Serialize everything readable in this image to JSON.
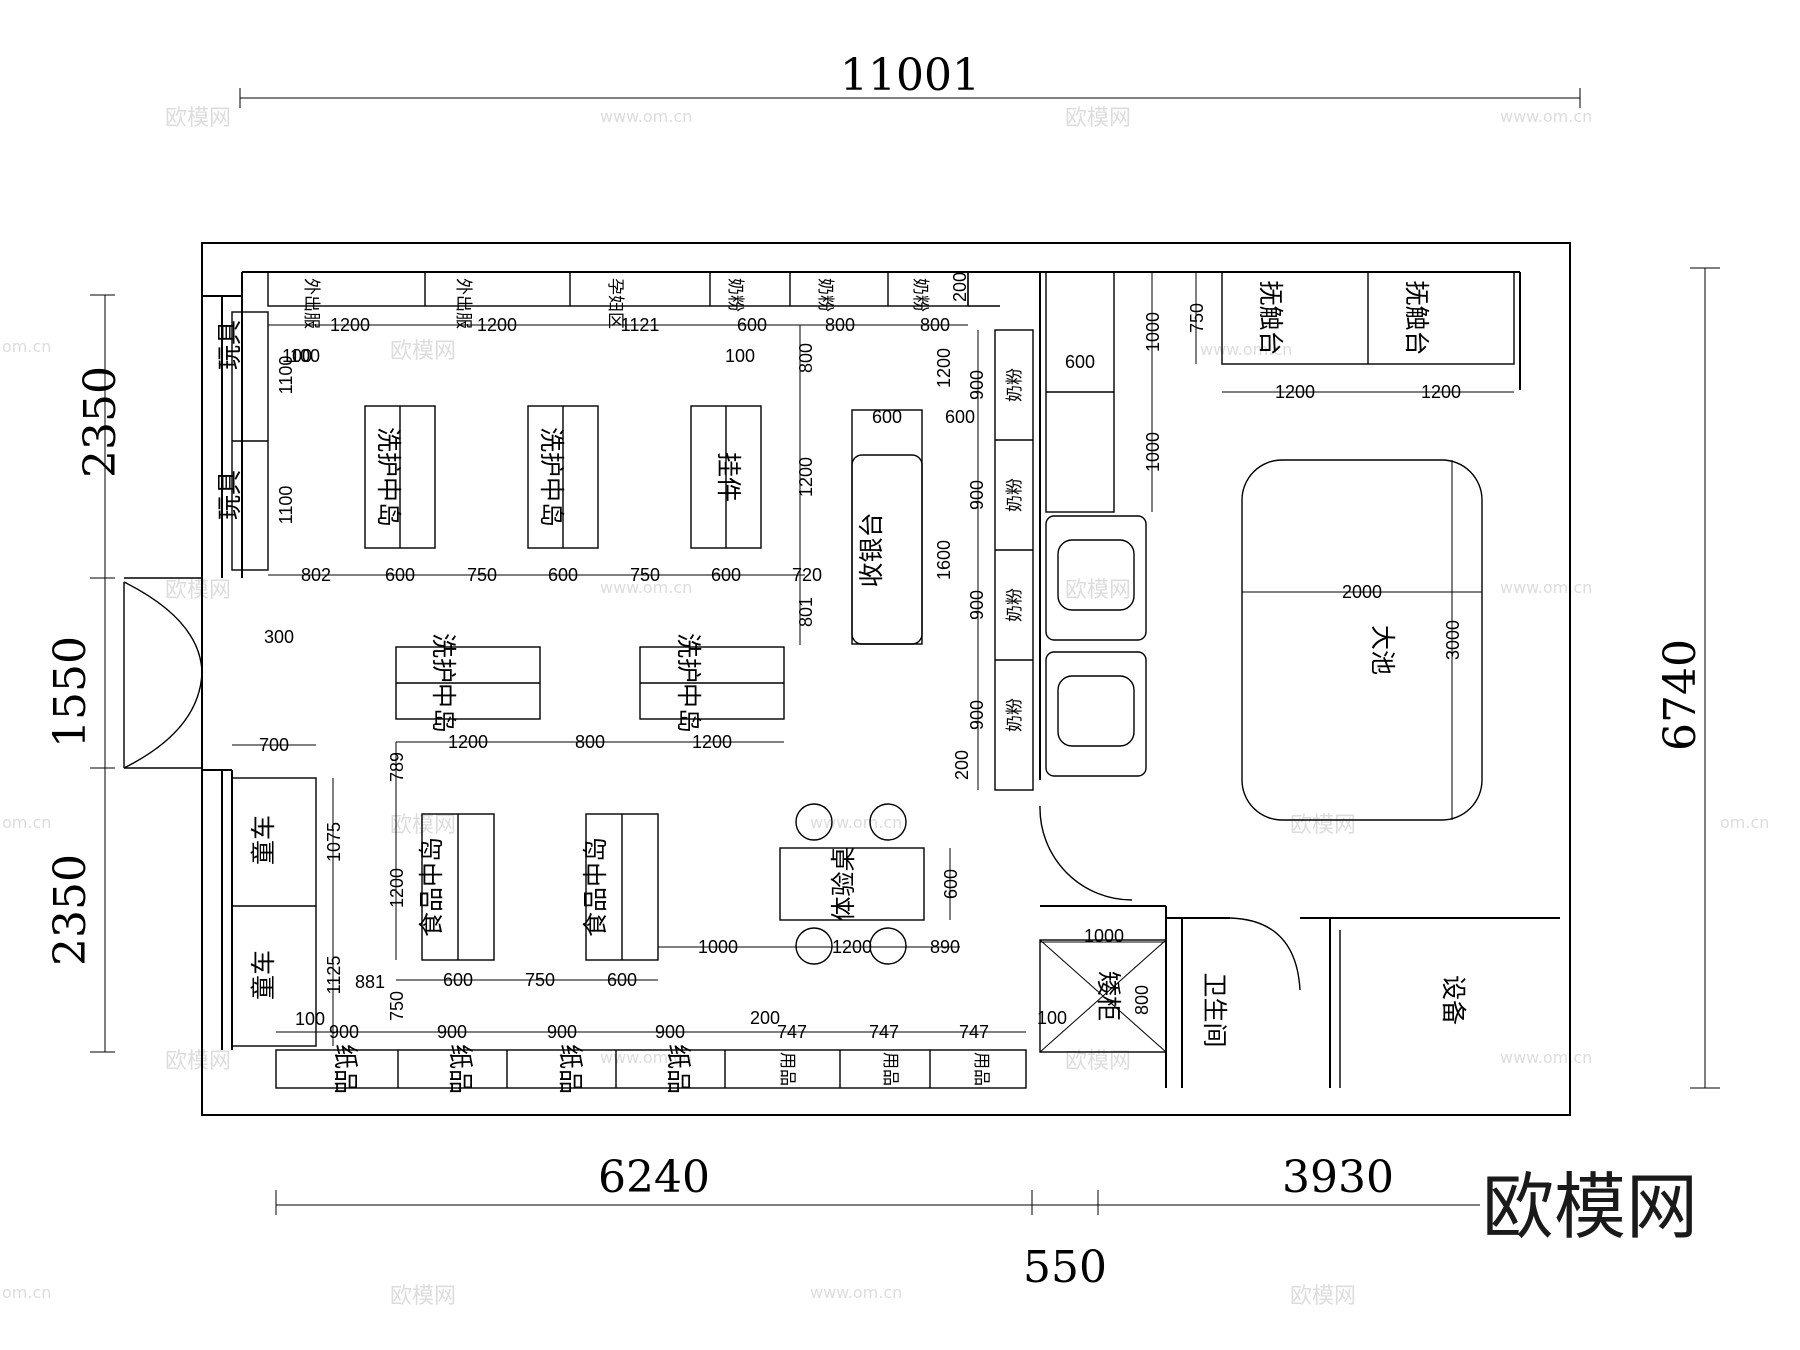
{
  "watermarks": {
    "brand": "欧模网",
    "site": "www.om.cn",
    "site_short": "om.cn"
  },
  "logo": "欧模网",
  "overall": {
    "width": "11001",
    "height": "6740",
    "bottom_left": "6240",
    "bottom_right": "3930",
    "bottom_gap": "550"
  },
  "left": {
    "top": "2350",
    "door": "1550",
    "bottom": "2350"
  },
  "top_shelves": {
    "s1": "外出服",
    "s2": "外出服",
    "s3": "孕妇区",
    "s4": "奶粉",
    "s5": "奶粉",
    "s6": "奶粉"
  },
  "top_dims": {
    "d1": "1200",
    "d2": "1200",
    "d3": "1121",
    "d4": "600",
    "d5": "800",
    "d6": "800",
    "d7": "200",
    "d8": "100",
    "d9": "100"
  },
  "left_shelves": {
    "toy": "玩具",
    "d": "1100",
    "d_small": "100",
    "door_offset": "300"
  },
  "islands": {
    "wash": "洗护中岛",
    "hang": "挂件",
    "food": "食品中岛"
  },
  "row1_dims": {
    "a": "802",
    "b": "600",
    "c": "750",
    "d": "600",
    "e": "750",
    "f": "600",
    "g": "720",
    "h": "800",
    "i": "1200",
    "j": "801"
  },
  "cashier": {
    "label": "收银台",
    "w": "600",
    "h": "1600",
    "d1": "600",
    "d2": "1200"
  },
  "milk_right": {
    "label": "奶粉",
    "d900": "900",
    "d200": "200"
  },
  "row2_dims": {
    "a": "1200",
    "b": "800",
    "c": "1200",
    "d": "789",
    "e": "1200"
  },
  "stroller": {
    "label": "童车",
    "w": "700",
    "h1": "1075",
    "h2": "1125",
    "off": "881",
    "small": "100"
  },
  "row3_dims": {
    "a": "600",
    "b": "750",
    "c": "600",
    "d": "1000",
    "e": "1200",
    "f": "890",
    "g": "750"
  },
  "table": {
    "label": "体验桌",
    "h": "600"
  },
  "bottom_shelves": {
    "paper": "纸品",
    "supply": "用品"
  },
  "bottom_dims": {
    "a": "900",
    "b": "900",
    "c": "900",
    "d": "900",
    "e": "200",
    "f": "747",
    "g": "747",
    "h": "747",
    "i": "100"
  },
  "right_area": {
    "touch": "抚触台",
    "touch_w": "1200",
    "touch_h": "750",
    "shelf_d": "600",
    "shelf_h": "1000",
    "pool": "大池",
    "pool_w": "2000",
    "pool_h": "3000",
    "cabinet": "矮柜",
    "cabinet_w": "1000",
    "cabinet_h": "800",
    "toilet": "卫生间",
    "equip": "设备"
  }
}
